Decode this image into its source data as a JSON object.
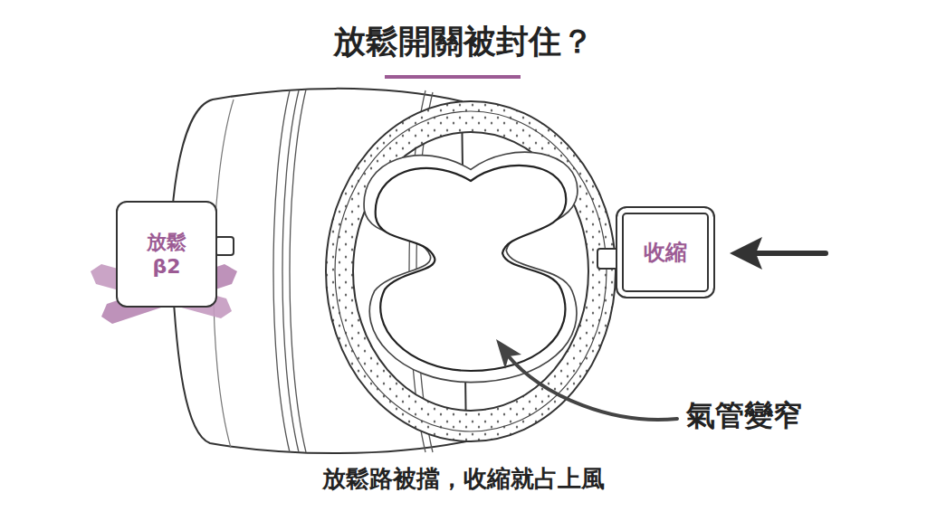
{
  "diagram": {
    "title": "放鬆開關被封住？",
    "caption": "放鬆路被擋，收縮就占上風",
    "nodes": [
      {
        "text": [
          "放鬆 β2"
        ]
      },
      {
        "text": [
          "收縮"
        ]
      }
    ],
    "labels": [
      "氣管變窄"
    ]
  }
}
